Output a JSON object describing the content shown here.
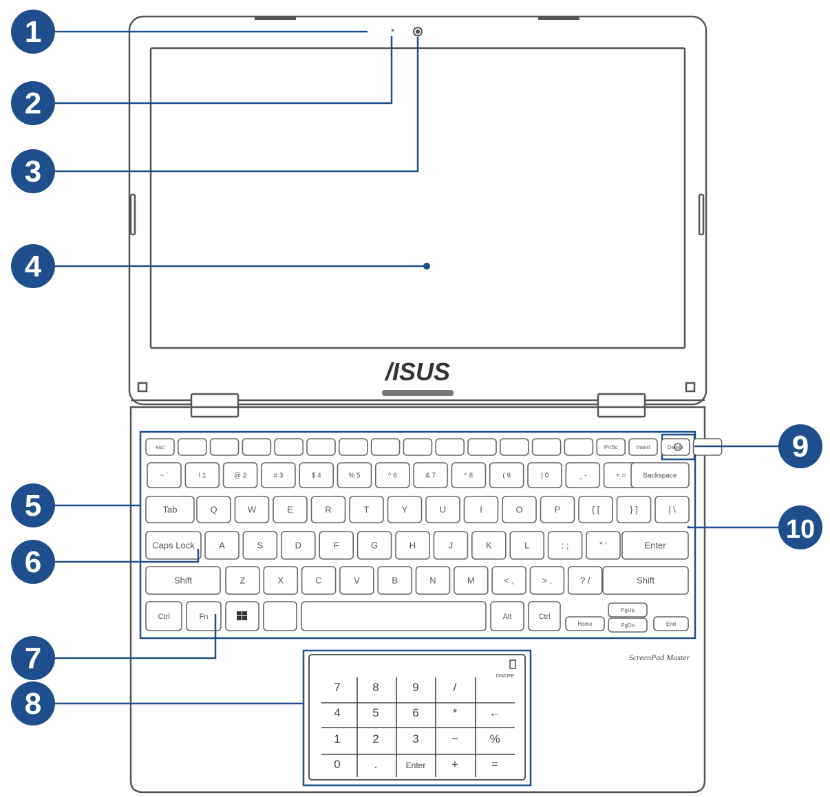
{
  "brand": {
    "logo_text": "/ISUS",
    "series_text": "ScreenPad Master"
  },
  "colors": {
    "callout_fill": "#1f4e8c",
    "callout_line": "#1f4e8c",
    "outline": "#555555"
  },
  "callouts": [
    "1",
    "2",
    "3",
    "4",
    "5",
    "6",
    "7",
    "8",
    "9",
    "10"
  ],
  "keyboard": {
    "fn_row": [
      "esc",
      "",
      "",
      "",
      "",
      "",
      "",
      "",
      "",
      "",
      "",
      "",
      "",
      "",
      "PrtSc",
      "Insert",
      "Delete",
      ""
    ],
    "num_row": [
      "~ `",
      "! 1",
      "@ 2",
      "# 3",
      "$ 4",
      "% 5",
      "^ 6",
      "& 7",
      "* 8",
      "( 9",
      ") 0",
      "_ -",
      "+ =",
      "Backspace"
    ],
    "qwerty_row": [
      "Tab",
      "Q",
      "W",
      "E",
      "R",
      "T",
      "Y",
      "U",
      "I",
      "O",
      "P",
      "{ [",
      "} ]",
      "| \\"
    ],
    "home_row": [
      "Caps Lock",
      "A",
      "S",
      "D",
      "F",
      "G",
      "H",
      "J",
      "K",
      "L",
      ": ;",
      "\" '",
      "Enter"
    ],
    "shift_row": [
      "Shift",
      "Z",
      "X",
      "C",
      "V",
      "B",
      "N",
      "M",
      "< ,",
      "> .",
      "? /",
      "Shift"
    ],
    "bottom_row": [
      "Ctrl",
      "Fn",
      "",
      "",
      "",
      "Alt",
      "Ctrl",
      "Home",
      "PgUp",
      "PgDn",
      "End"
    ]
  },
  "numberpad": {
    "toggle_label": "ON/OFF",
    "rows": [
      [
        "7",
        "8",
        "9",
        "/",
        ""
      ],
      [
        "4",
        "5",
        "6",
        "*",
        "←"
      ],
      [
        "1",
        "2",
        "3",
        "−",
        "%"
      ],
      [
        "0",
        ".",
        "Enter",
        "+",
        "="
      ]
    ]
  }
}
